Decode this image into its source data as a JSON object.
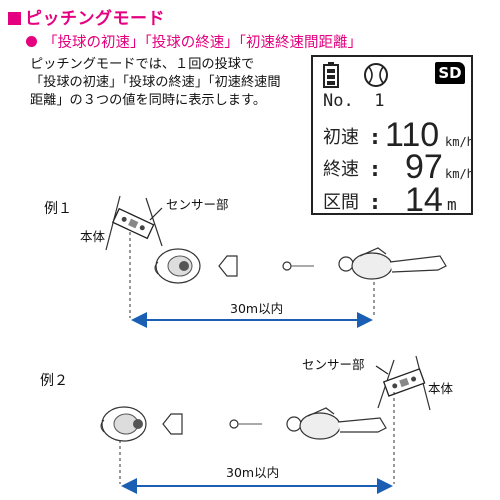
{
  "heading": "ピッチングモード",
  "subheading": "「投球の初速」「投球の終速」「初速終速間距離」",
  "description": [
    "ピッチングモードでは、１回の投球で",
    "「投球の初速」「投球の終速」「初速終速間",
    "距離」の３つの値を同時に表示します。"
  ],
  "display": {
    "sd_label": "SD",
    "number_label": "No.",
    "number_value": "1",
    "initial_speed_label": "初速",
    "initial_speed_value": "110",
    "initial_speed_unit": "km/h",
    "final_speed_label": "終速",
    "final_speed_value": "97",
    "final_speed_unit": "km/h",
    "distance_label": "区間",
    "distance_value": "14",
    "distance_unit": "m",
    "icons": [
      "battery-icon",
      "baseball-icon"
    ]
  },
  "examples": [
    {
      "title": "例１",
      "body_label": "本体",
      "sensor_label": "センサー部",
      "distance_label": "30m以内"
    },
    {
      "title": "例２",
      "body_label": "本体",
      "sensor_label": "センサー部",
      "distance_label": "30m以内"
    }
  ],
  "accent_color": "#e4007f",
  "arrow_color": "#1a5fb4"
}
